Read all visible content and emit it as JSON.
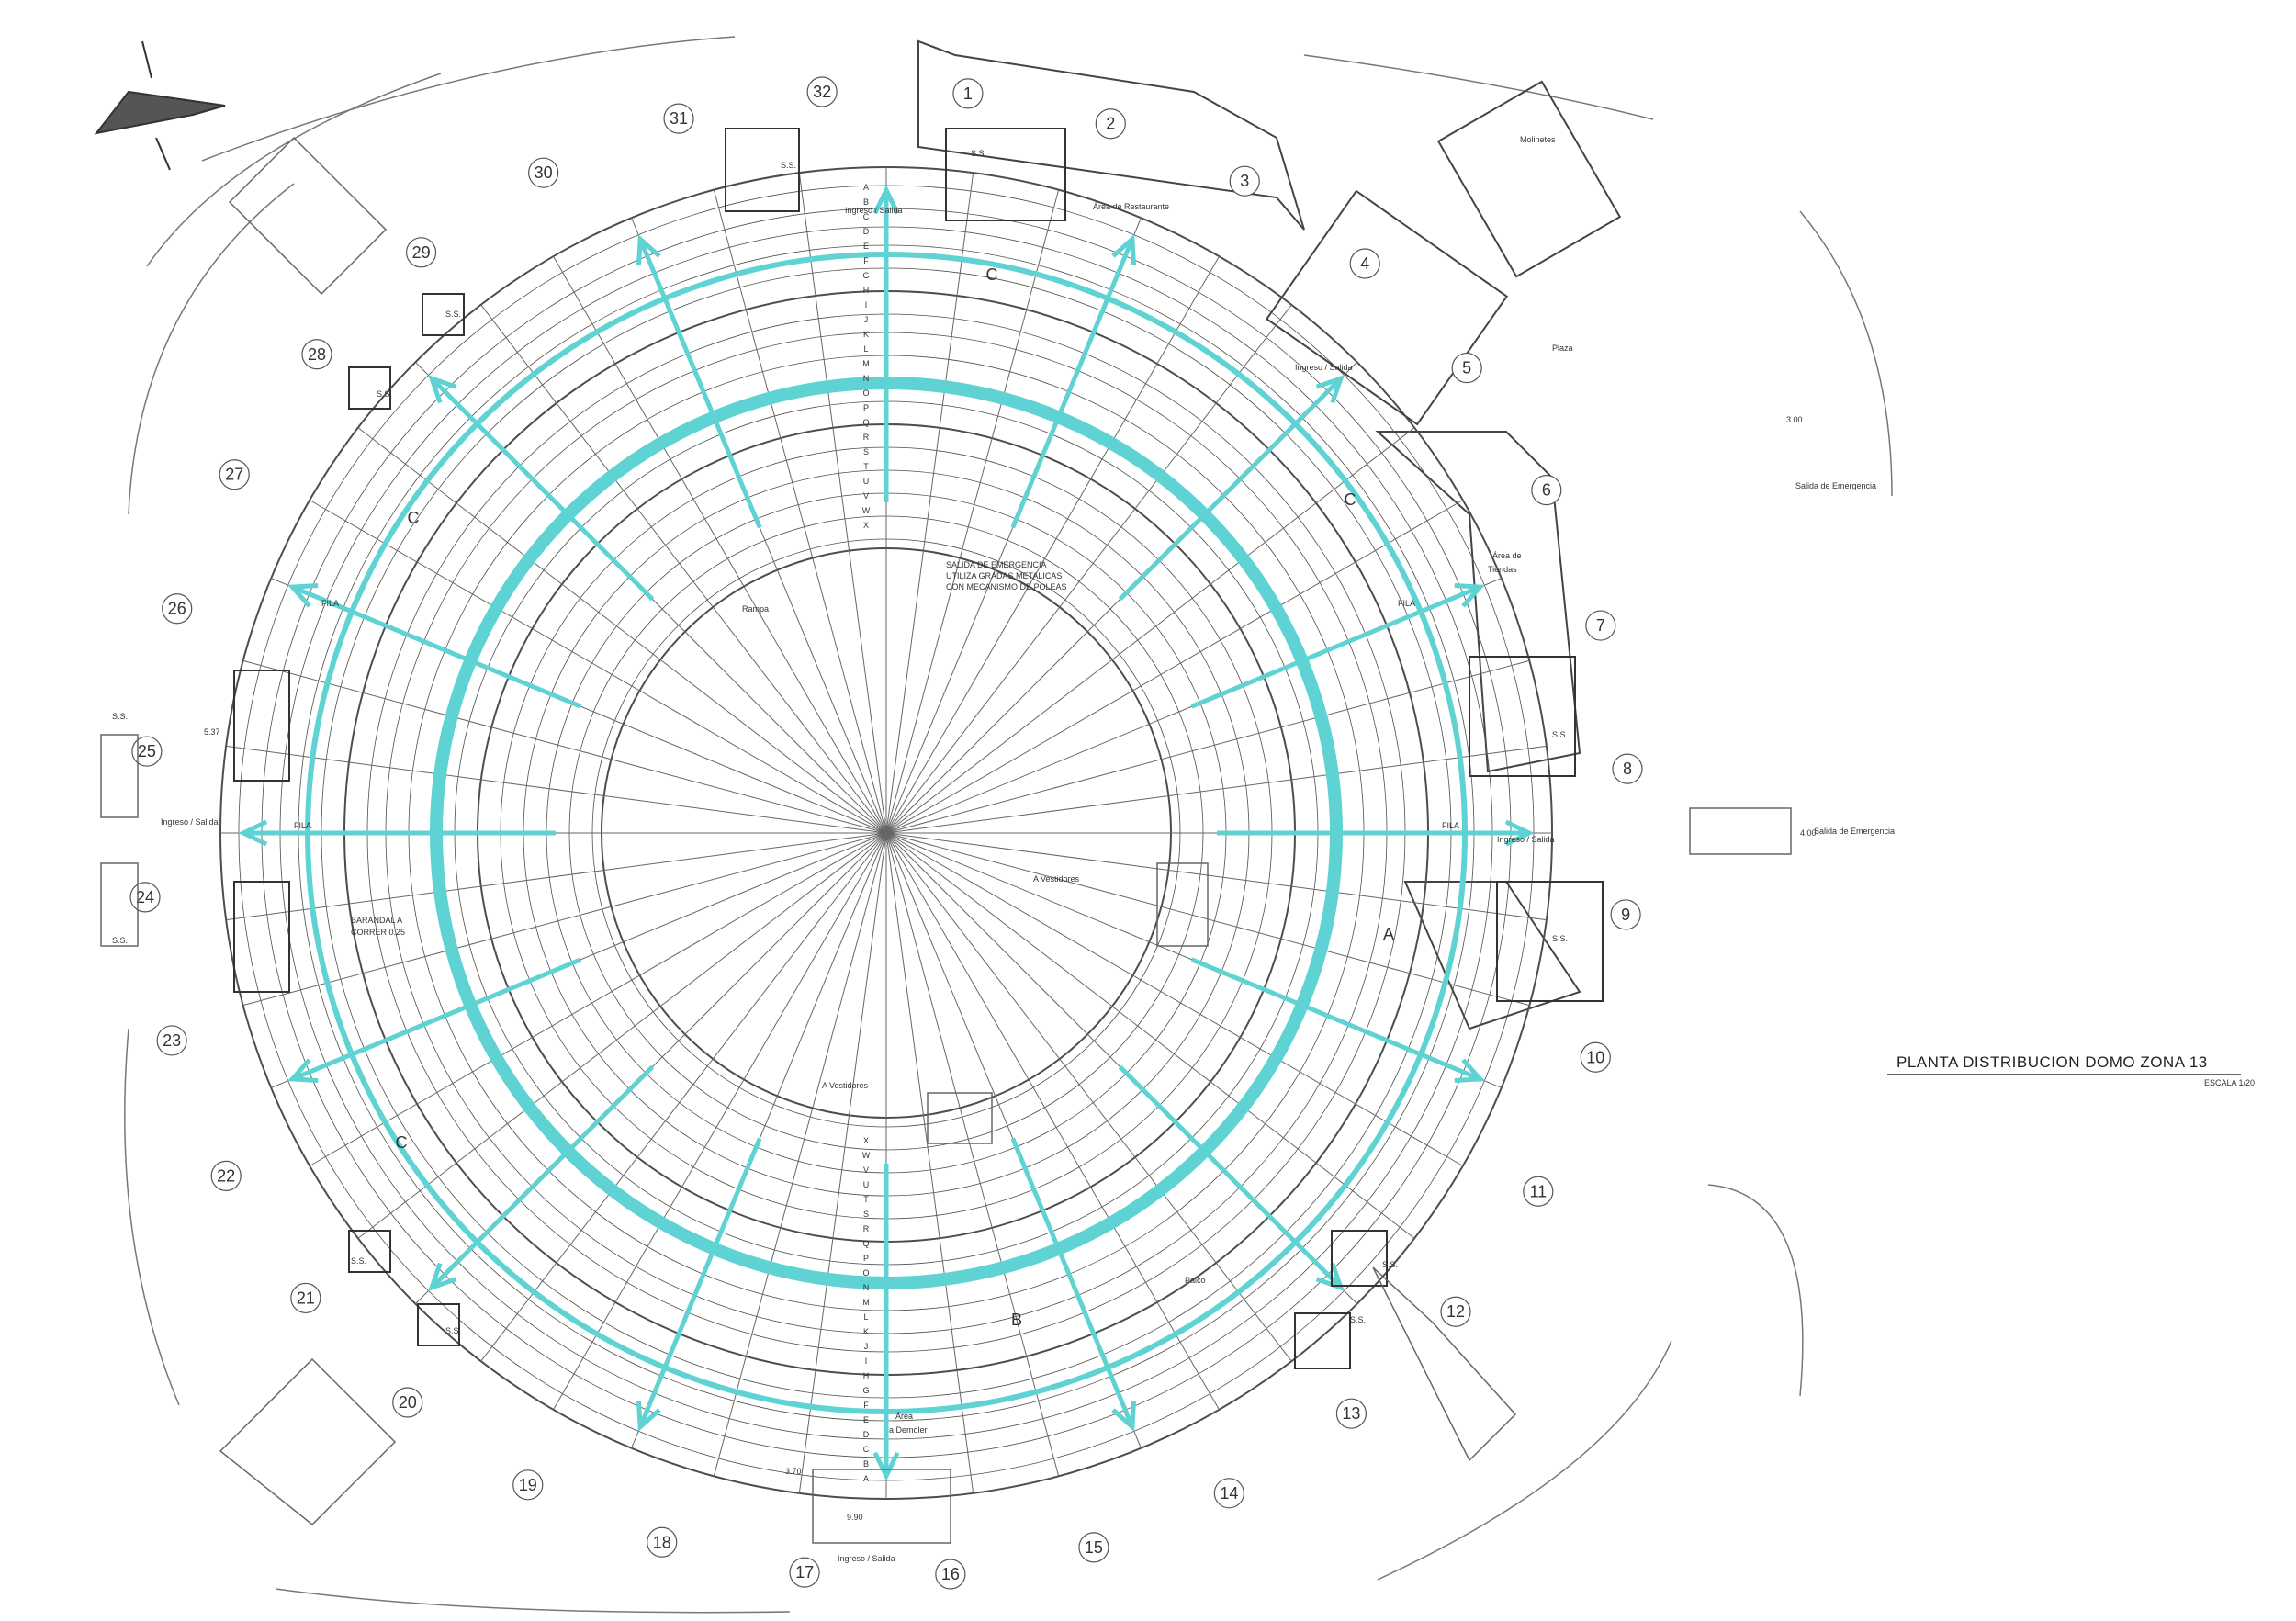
{
  "title": "PLANTA DISTRIBUCION DOMO ZONA 13",
  "scale": "ESCALA 1/20",
  "colors": {
    "line": "#4d4d4d",
    "circulation": "#5fd3d3",
    "background": "#ffffff"
  },
  "axis_numbers": [
    "1",
    "2",
    "3",
    "4",
    "5",
    "6",
    "7",
    "8",
    "9",
    "10",
    "11",
    "12",
    "13",
    "14",
    "15",
    "16",
    "17",
    "18",
    "19",
    "20",
    "21",
    "22",
    "23",
    "24",
    "25",
    "26",
    "27",
    "28",
    "29",
    "30",
    "31",
    "32"
  ],
  "row_letters": [
    "A",
    "B",
    "C",
    "D",
    "E",
    "F",
    "G",
    "H",
    "I",
    "J",
    "K",
    "L",
    "M",
    "N",
    "O",
    "P",
    "Q",
    "R",
    "S",
    "T",
    "U",
    "V",
    "W",
    "X"
  ],
  "zone_letters": {
    "c": "C",
    "a": "A",
    "b": "B"
  },
  "labels": {
    "emergency_note_1": "SALIDA DE EMERGENCIA",
    "emergency_note_2": "UTILIZA GRADAS METALICAS",
    "emergency_note_3": "CON MECANISMO DE POLEAS",
    "ramp": "Rampa",
    "to_dressing_1": "A Vestidores",
    "to_dressing_2": "A Vestidores",
    "restaurant": "Área de Restaurante",
    "mills": "Molinetes",
    "plaza": "Plaza",
    "shops_1": "Área de",
    "shops_2": "Tiendas",
    "emergency_exit_ne": "Salida de Emergencia",
    "emergency_exit_e": "Salida de Emergencia",
    "entry_exit": "Ingreso / Salida",
    "restroom": "S.S.",
    "railing_1": "BARANDAL A",
    "railing_2": "CORRER 0.25",
    "box": "Palco",
    "demolish_1": "Área",
    "demolish_2": "a Demoler",
    "row_label": "FILA",
    "dim_bottom": "9.90",
    "dim_left": "5.37",
    "dim_right": "4.00",
    "dim_ne": "3.00",
    "dim_vert": "3.70"
  }
}
